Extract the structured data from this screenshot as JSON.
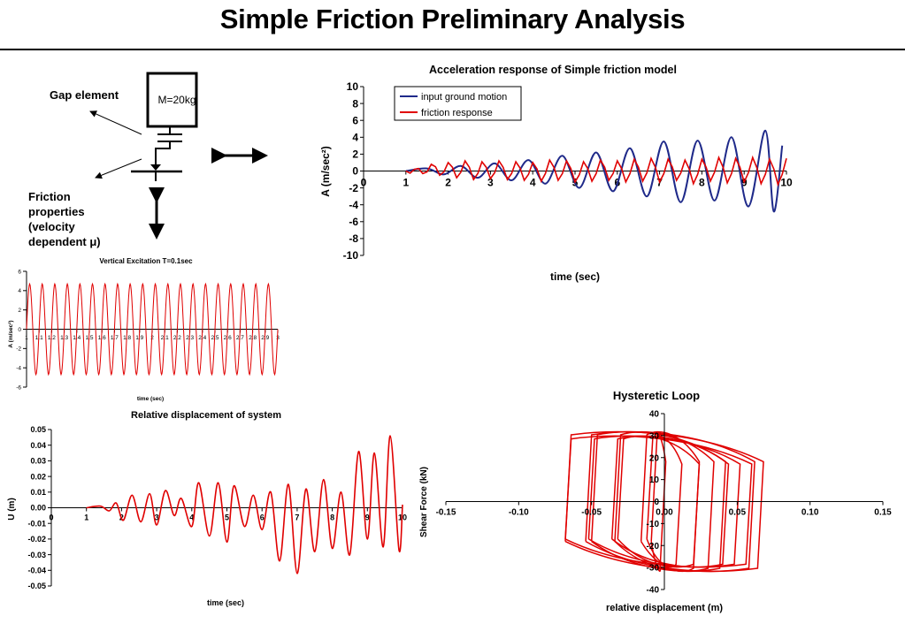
{
  "page": {
    "title": "Simple Friction Preliminary Analysis"
  },
  "schematic": {
    "gap_label": "Gap element",
    "mass_label": "M=20kg",
    "friction_label": [
      "Friction",
      "properties",
      "(velocity",
      "dependent μ)"
    ]
  },
  "colors": {
    "input": "#1f2a8a",
    "response": "#e00000"
  },
  "chart_data": [
    {
      "id": "acc",
      "type": "line",
      "title": "Acceleration response of Simple friction model",
      "xlabel": "time (sec)",
      "ylabel": "A (m/sec²)",
      "xlim": [
        0,
        10
      ],
      "ylim": [
        -10,
        10
      ],
      "xticks": [
        0,
        1,
        2,
        3,
        4,
        5,
        6,
        7,
        8,
        9,
        10
      ],
      "yticks": [
        -10,
        -8,
        -6,
        -4,
        -2,
        0,
        2,
        4,
        6,
        8,
        10
      ],
      "legend": "top-left",
      "series": [
        {
          "name": "input ground motion",
          "color": "#1f2a8a",
          "x": [
            1.0,
            1.5,
            1.9,
            2.3,
            2.7,
            3.1,
            3.5,
            3.9,
            4.3,
            4.7,
            5.1,
            5.5,
            5.9,
            6.3,
            6.7,
            7.1,
            7.5,
            7.9,
            8.3,
            8.7,
            9.1,
            9.5,
            9.7,
            9.9
          ],
          "y": [
            0,
            0.3,
            -0.4,
            0.6,
            -0.8,
            0.9,
            -1.1,
            1.3,
            -1.5,
            1.8,
            -2.0,
            2.2,
            -2.4,
            2.7,
            -3.0,
            3.5,
            -3.7,
            3.6,
            -3.5,
            4.0,
            -4.2,
            4.8,
            -4.8,
            3.0
          ]
        },
        {
          "name": "friction response",
          "color": "#e00000",
          "x": [
            1.0,
            1.2,
            1.4,
            1.6,
            1.8,
            2.0,
            2.2,
            2.4,
            2.6,
            2.8,
            3.0,
            3.2,
            3.4,
            3.6,
            3.8,
            4.0,
            4.2,
            4.4,
            4.6,
            4.8,
            5.0,
            5.2,
            5.4,
            5.6,
            5.8,
            6.0,
            6.2,
            6.4,
            6.6,
            6.8,
            7.0,
            7.2,
            7.4,
            7.6,
            7.8,
            8.0,
            8.2,
            8.4,
            8.6,
            8.8,
            9.0,
            9.2,
            9.4,
            9.6,
            9.8,
            10.0
          ],
          "y": [
            0,
            0.2,
            -0.3,
            0.8,
            -0.5,
            1.0,
            -0.8,
            1.2,
            -1.0,
            1.1,
            -0.9,
            1.2,
            -1.0,
            1.1,
            -1.1,
            1.0,
            -1.2,
            1.3,
            -1.1,
            1.2,
            -1.3,
            1.1,
            -1.2,
            1.3,
            -1.1,
            1.2,
            -1.3,
            1.4,
            -1.2,
            1.5,
            -1.3,
            1.4,
            -1.1,
            1.3,
            -1.5,
            1.4,
            -1.2,
            1.6,
            -1.4,
            1.5,
            -1.3,
            1.6,
            -1.5,
            1.4,
            -1.6,
            1.5
          ]
        }
      ]
    },
    {
      "id": "vert",
      "type": "line",
      "title": "Vertical Excitation T=0.1sec",
      "xlabel": "time (sec)",
      "ylabel": "A (m/sec²)",
      "xlim": [
        1,
        3
      ],
      "ylim": [
        -6,
        6
      ],
      "xticks": [
        1,
        1.1,
        1.2,
        1.3,
        1.4,
        1.5,
        1.6,
        1.7,
        1.8,
        1.9,
        2,
        2.1,
        2.2,
        2.3,
        2.4,
        2.5,
        2.6,
        2.7,
        2.8,
        2.9,
        3
      ],
      "xticklabels": [
        "1",
        "1.1",
        "1.2",
        "1.3",
        "1.4",
        "1.5",
        "1.6",
        "1.7",
        "1.8",
        "1.9",
        "2",
        "2.1",
        "2.2",
        "2.3",
        "2.4",
        "2.5",
        "2.6",
        "2.7",
        "2.8",
        "2.9",
        "3"
      ],
      "yticks": [
        -6,
        -4,
        -2,
        0,
        2,
        4,
        6
      ],
      "series": [
        {
          "color": "#e00000",
          "period": 0.1,
          "amplitude": 4.7,
          "x_start": 1.0,
          "x_end": 3.0
        }
      ]
    },
    {
      "id": "disp",
      "type": "line",
      "title": "Relative displacement of system",
      "xlabel": "time (sec)",
      "ylabel": "U (m)",
      "xlim": [
        0,
        10
      ],
      "ylim": [
        -0.05,
        0.05
      ],
      "xticks": [
        0,
        1,
        2,
        3,
        4,
        5,
        6,
        7,
        8,
        9,
        10
      ],
      "yticks": [
        -0.05,
        -0.04,
        -0.03,
        -0.02,
        -0.01,
        0,
        0.01,
        0.02,
        0.03,
        0.04,
        0.05
      ],
      "yticklabels": [
        "-0.05",
        "-0.04",
        "-0.03",
        "-0.02",
        "-0.01",
        "0.00",
        "0.01",
        "0.02",
        "0.03",
        "0.04",
        "0.05"
      ],
      "series": [
        {
          "color": "#e00000",
          "x": [
            1.0,
            1.4,
            1.65,
            1.85,
            2.05,
            2.3,
            2.55,
            2.8,
            3.0,
            3.25,
            3.5,
            3.7,
            4.0,
            4.2,
            4.5,
            4.75,
            5.0,
            5.2,
            5.5,
            5.75,
            6.0,
            6.25,
            6.5,
            6.75,
            7.0,
            7.25,
            7.5,
            7.75,
            8.0,
            8.25,
            8.5,
            8.75,
            9.0,
            9.2,
            9.45,
            9.65,
            9.9,
            10.0
          ],
          "y": [
            0,
            0.001,
            -0.002,
            0.003,
            -0.008,
            0.008,
            -0.009,
            0.009,
            -0.011,
            0.011,
            -0.005,
            0.006,
            -0.012,
            0.016,
            -0.018,
            0.016,
            -0.022,
            0.014,
            -0.012,
            0.008,
            -0.014,
            0.01,
            -0.034,
            0.015,
            -0.042,
            0.012,
            -0.028,
            0.018,
            -0.026,
            0.01,
            -0.03,
            0.036,
            -0.02,
            0.035,
            -0.025,
            0.046,
            -0.027,
            0.002
          ]
        }
      ]
    },
    {
      "id": "loop",
      "type": "line",
      "title": "Hysteretic Loop",
      "xlabel": "relative displacement (m)",
      "ylabel": "Shear Force (kN)",
      "xlim": [
        -0.15,
        0.15
      ],
      "ylim": [
        -40,
        40
      ],
      "xticks": [
        -0.15,
        -0.1,
        -0.05,
        0,
        0.05,
        0.1,
        0.15
      ],
      "xticklabels": [
        "-0.15",
        "-0.10",
        "-0.05",
        "0.00",
        "0.05",
        "0.10",
        "0.15"
      ],
      "yticks": [
        -40,
        -30,
        -20,
        -10,
        0,
        10,
        20,
        30,
        40
      ],
      "series": [
        {
          "color": "#e00000",
          "amplitudes": [
            0.005,
            0.012,
            0.02,
            0.028,
            0.034,
            0.04,
            0.046,
            0.052,
            0.058,
            0.064,
            0.068
          ],
          "force": 33
        }
      ]
    }
  ]
}
